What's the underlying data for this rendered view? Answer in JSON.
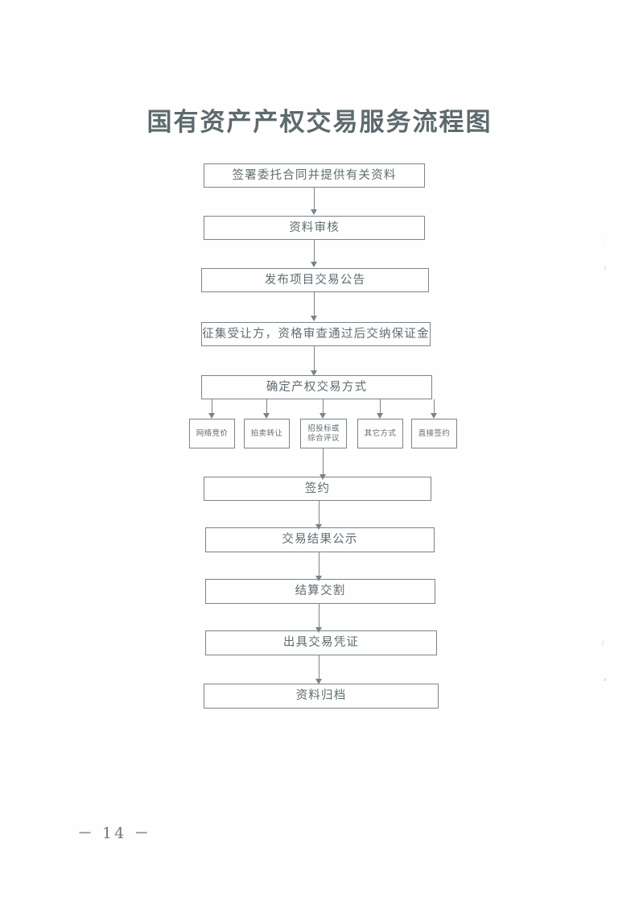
{
  "document": {
    "title": "国有资产产权交易服务流程图",
    "page_number": "－ 14 －"
  },
  "flowchart": {
    "type": "flowchart",
    "orientation": "top-to-bottom",
    "main_steps": [
      {
        "id": "step1",
        "label": "签署委托合同并提供有关资料"
      },
      {
        "id": "step2",
        "label": "资料审核"
      },
      {
        "id": "step3",
        "label": "发布项目交易公告"
      },
      {
        "id": "step4",
        "label": "征集受让方，资格审查通过后交纳保证金"
      },
      {
        "id": "step5",
        "label": "确定产权交易方式"
      },
      {
        "id": "step6",
        "label": "签约"
      },
      {
        "id": "step7",
        "label": "交易结果公示"
      },
      {
        "id": "step8",
        "label": "结算交割"
      },
      {
        "id": "step9",
        "label": "出具交易凭证"
      },
      {
        "id": "step10",
        "label": "资料归档"
      }
    ],
    "branches": [
      {
        "id": "branch1",
        "line1": "网络竞价",
        "line2": ""
      },
      {
        "id": "branch2",
        "line1": "拍卖转让",
        "line2": ""
      },
      {
        "id": "branch3",
        "line1": "招投标或",
        "line2": "综合评议"
      },
      {
        "id": "branch4",
        "line1": "其它方式",
        "line2": ""
      },
      {
        "id": "branch5",
        "line1": "直接签约",
        "line2": ""
      }
    ],
    "colors": {
      "line": "#7a8488",
      "text": "#5f6c70",
      "title": "#5d6a6e",
      "background": "#fefefe"
    }
  },
  "artifacts": {
    "marks": [
      "·",
      "-",
      "ɟ",
      "ʃ",
      "↲"
    ]
  }
}
